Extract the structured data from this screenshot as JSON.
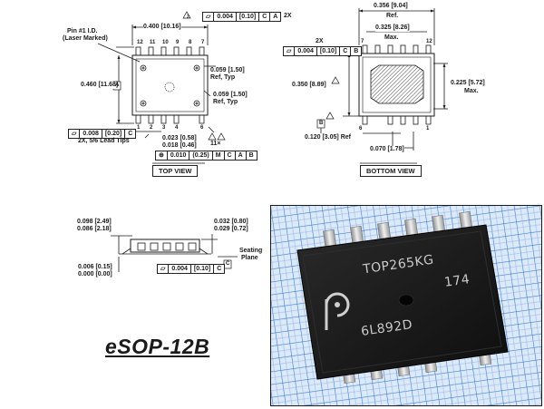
{
  "top_view": {
    "title": "TOP VIEW",
    "pin1_label_line1": "Pin #1 I.D.",
    "pin1_label_line2": "(Laser Marked)",
    "width_dim": "0.400 [10.16]",
    "tol_box": {
      "sym": "▱",
      "val": "0.004",
      "mm": "[0.10]",
      "ref1": "C",
      "ref2": "A"
    },
    "tol_suffix": "2X",
    "height_dim": "0.460 [11.68]",
    "ref1_line1": "0.059 [1.50]",
    "ref1_line2": "Ref, Typ",
    "ref2_line1": "0.059 [1.50]",
    "ref2_line2": "Ref, Typ",
    "lead_tol": {
      "sym": "▱",
      "val": "0.008",
      "mm": "[0.20]",
      "ref1": "C"
    },
    "lead_tips": "2X, 5/6 Lead Tips",
    "pitch1": "0.023 [0.58]",
    "pitch2": "0.018 [0.46]",
    "count": "11×",
    "pos_tol": {
      "sym": "⊕",
      "val": "0.010",
      "mm": "(0.25)",
      "ref1": "M",
      "ref2": "C",
      "ref3": "A",
      "ref4": "B"
    },
    "pins_top": [
      "12",
      "11",
      "10",
      "9",
      "8",
      "7"
    ],
    "pins_bottom": [
      "1",
      "2",
      "3",
      "4",
      "6"
    ],
    "marker_a": "A",
    "marker_2": "2"
  },
  "bottom_view": {
    "title": "BOTTOM VIEW",
    "w_dim1": "0.356 [9.04]",
    "w_ref": "Ref.",
    "w_dim2": "0.325 [8.26]",
    "w_max": "Max.",
    "tol_prefix": "2X",
    "tol_box": {
      "sym": "▱",
      "val": "0.004",
      "mm": "[0.10]",
      "ref1": "C",
      "ref2": "B"
    },
    "h_dim": "0.350 [8.89]",
    "pad_dim1": "0.225 [5.72]",
    "pad_max": "Max.",
    "ref_dim": "0.120 [3.05] Ref",
    "pitch": "0.070 [1.78]",
    "pin_7": "7",
    "pin_12": "12",
    "pin_6": "6",
    "pin_1": "1",
    "marker_b": "B"
  },
  "side_view": {
    "h1": "0.098 [2.49]",
    "h2": "0.086 [2.18]",
    "s1": "0.006 [0.15]",
    "s2": "0.000 [0.00]",
    "r1": "0.032 [0.80]",
    "r2": "0.029 [0.72]",
    "seating_line1": "Seating",
    "seating_line2": "Plane",
    "tol_box": {
      "sym": "▱",
      "val": "0.004",
      "mm": "[0.10]",
      "ref1": "C"
    },
    "marker_c": "C"
  },
  "package_name": "eSOP-12B",
  "chip": {
    "part": "TOP265KG",
    "code": "174",
    "lot": "6L892D"
  },
  "colors": {
    "ink": "#1a1a1a",
    "grid": "#4f8fd8",
    "grid_bg": "#dbe8f7",
    "chip": "#141414"
  }
}
